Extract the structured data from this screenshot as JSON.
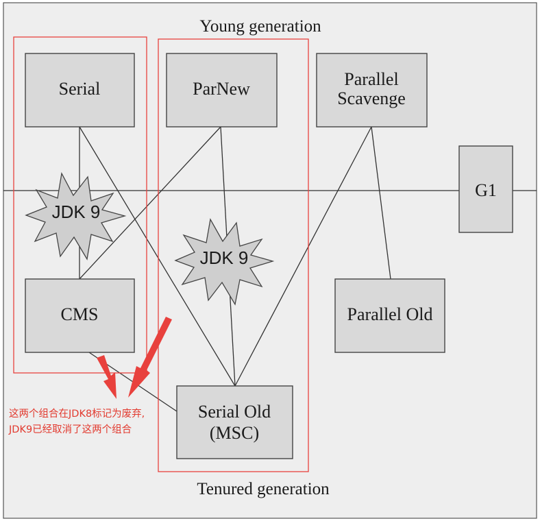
{
  "labels": {
    "young_generation": "Young generation",
    "tenured_generation": "Tenured generation"
  },
  "collectors": {
    "serial": "Serial",
    "parnew": "ParNew",
    "parallel_scavenge_line1": "Parallel",
    "parallel_scavenge_line2": "Scavenge",
    "g1": "G1",
    "cms": "CMS",
    "parallel_old": "Parallel Old",
    "serial_old_line1": "Serial Old",
    "serial_old_line2": "(MSC)"
  },
  "badges": {
    "jdk9_left": "JDK 9",
    "jdk9_center": "JDK 9"
  },
  "annotation": {
    "line1": "这两个组合在JDK8标记为废弃,",
    "line2": "JDK9已经取消了这两个组合",
    "color": "#e23a2f"
  },
  "colors": {
    "box_fill": "#d9d9d9",
    "background": "#eeeeee",
    "highlight": "#e8413d"
  }
}
